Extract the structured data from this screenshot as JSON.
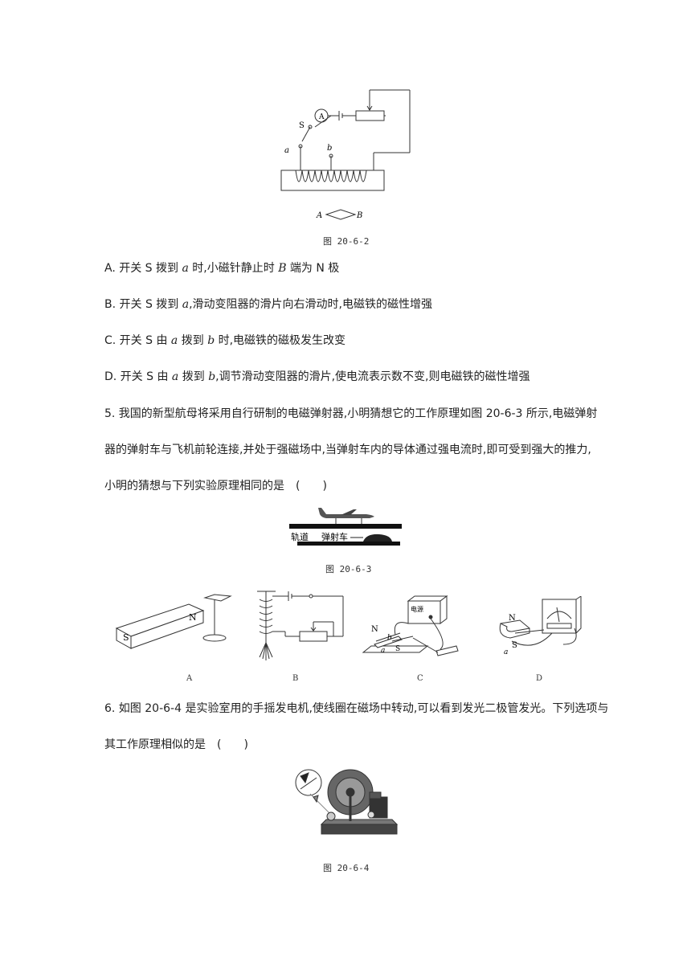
{
  "fig_20_6_2": {
    "caption": "图 20-6-2",
    "labels": {
      "s": "S",
      "a": "a",
      "b": "b",
      "ammeter": "A",
      "needle_a": "A",
      "needle_b": "B"
    }
  },
  "question4": {
    "options": [
      {
        "prefix": "A. 开关 S 拨到 ",
        "v1": "a",
        "mid": " 时,小磁针静止时 ",
        "v2": "B",
        "suffix": " 端为 N 极"
      },
      {
        "prefix": "B. 开关 S 拨到 ",
        "v1": "a",
        "mid": ",滑动变阻器的滑片向右滑动时,电磁铁的磁性增强",
        "v2": "",
        "suffix": ""
      },
      {
        "prefix": "C. 开关 S 由 ",
        "v1": "a",
        "mid": " 拨到 ",
        "v2": "b",
        "suffix": " 时,电磁铁的磁极发生改变"
      },
      {
        "prefix": "D. 开关 S 由 ",
        "v1": "a",
        "mid": " 拨到 ",
        "v2": "b",
        "suffix": ",调节滑动变阻器的滑片,使电流表示数不变,则电磁铁的磁性增强"
      }
    ]
  },
  "question5": {
    "line1": "5. 我国的新型航母将采用自行研制的电磁弹射器,小明猜想它的工作原理如图 20-6-3 所示,电磁弹射",
    "line2": "器的弹射车与飞机前轮连接,并处于强磁场中,当弹射车内的导体通过强电流时,即可受到强大的推力,",
    "line3": "小明的猜想与下列实验原理相同的是　(　　)",
    "fig_caption": "图 20-6-3",
    "fig_labels": {
      "track": "轨道",
      "car": "弹射车"
    },
    "choices": [
      "A",
      "B",
      "C",
      "D"
    ],
    "choice_fig_labels": {
      "a_n": "N",
      "a_s": "S",
      "c_n": "N",
      "c_b": "b",
      "c_a": "a",
      "c_s": "S",
      "c_power": "电源",
      "d_n": "N",
      "d_s": "S",
      "d_a": "a"
    }
  },
  "question6": {
    "line1": "6. 如图 20-6-4 是实验室用的手摇发电机,使线圈在磁场中转动,可以看到发光二极管发光。下列选项与",
    "line2": "其工作原理相似的是　(　　)",
    "fig_caption": "图 20-6-4"
  }
}
